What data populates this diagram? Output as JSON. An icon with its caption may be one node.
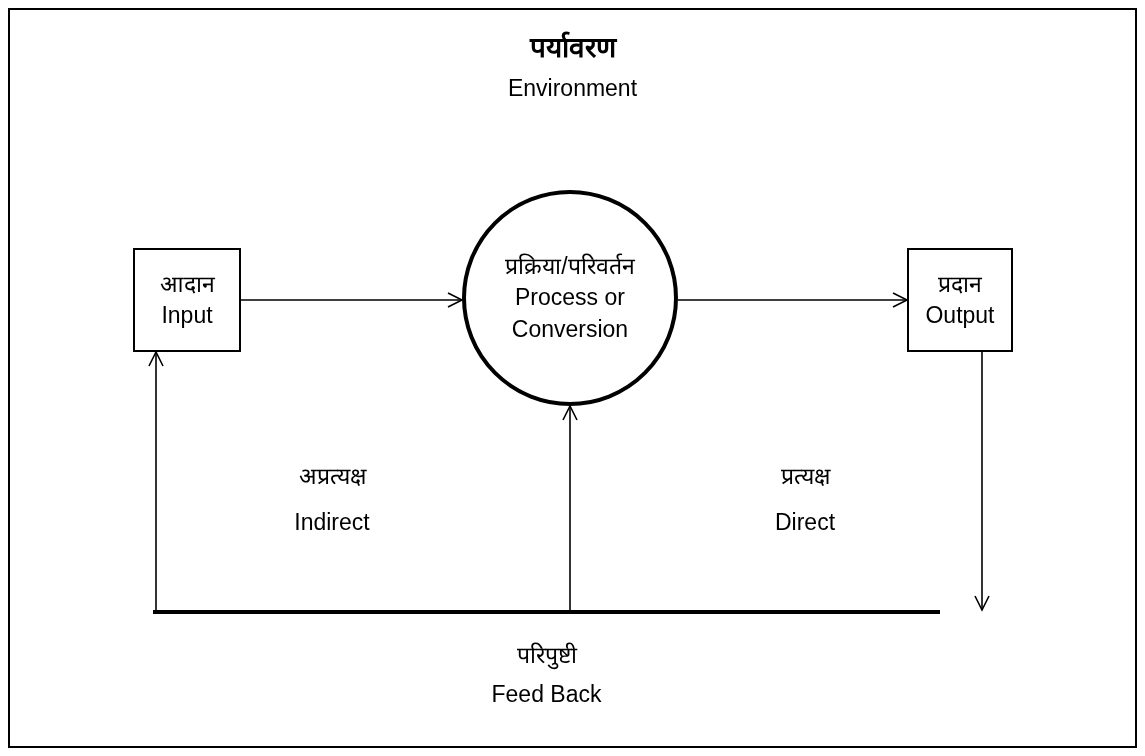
{
  "diagram": {
    "nodes": [
      {
        "text": [
          "पर्यावरण",
          "Environment"
        ]
      },
      {
        "text": [
          "आदान",
          "Input"
        ],
        "in": 0
      },
      {
        "text": [
          "प्रक्रिया/परिवर्तन",
          "Process or Conversion"
        ],
        "in": 0
      },
      {
        "text": [
          "प्रदान",
          "Output"
        ],
        "in": 0
      },
      {
        "text": [
          "परिपुष्टी",
          "Feed Back"
        ],
        "in": 0
      }
    ],
    "edges": [
      {
        "from": 1,
        "to": 2,
        "arrow": "to"
      },
      {
        "from": 2,
        "to": 3,
        "arrow": "to"
      },
      {
        "from": 3,
        "to": 4,
        "arrow": "to"
      },
      {
        "from": 4,
        "to": 1,
        "arrow": "to"
      },
      {
        "from": 4,
        "to": 2,
        "arrow": "to"
      }
    ],
    "labels": [
      "अप्रत्यक्ष",
      "Indirect",
      "प्रत्यक्ष",
      "Direct"
    ]
  }
}
